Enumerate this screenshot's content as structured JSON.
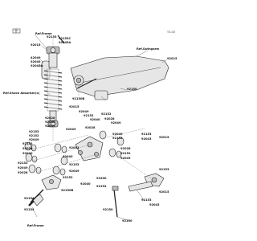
{
  "diagram_code": "T3-00",
  "references": {
    "frame_top": "Ref.Frame",
    "swingarm": "Ref.Swingarm",
    "shock_absorber": "Ref.Shock Absorber(s)",
    "frame_bottom": "Ref.Frame"
  },
  "parts": {
    "p92153_top": "92153",
    "p92153c": "92153C",
    "p92045_a": "92045A",
    "p92015": "92015",
    "p42049": "42049",
    "p92049": "92049",
    "p92045a2": "92045A",
    "p92015_r": "92015",
    "p92153_l": "92153",
    "p92150b": "92150B",
    "p92153_r": "92153",
    "p92154": "92154",
    "p92043": "92043",
    "p92028": "92028",
    "p92152_a": "92152",
    "p92040": "92040",
    "p92152_b": "92152",
    "p92049_b": "92049",
    "p92049_c": "92049",
    "p92028_b": "92028",
    "p92040_b": "92040",
    "p92152_c": "92152",
    "p92028_c": "92028",
    "p92049_d": "92049",
    "p92001": "92001",
    "p92040_c": "92040",
    "p92152_d": "92152",
    "p92152_e": "92152",
    "p92049_e": "92049",
    "p92015_b": "92015",
    "p92028_d": "92028",
    "p92049_f": "92049",
    "p92152_f": "92152",
    "p92040_d": "92040",
    "p92028_e": "92028",
    "p92040_e": "92040",
    "p92049_g": "92049",
    "p92152_g": "92152",
    "p92152_h": "92152",
    "p92028_f": "92028",
    "p92049_h": "92049",
    "p92152_i": "92152",
    "p92049_i": "92049",
    "p92040_f": "92040",
    "p92152_j": "92152",
    "p92200": "92200",
    "p92150b_b": "92150B",
    "p92154_b": "92154",
    "p92150_c": "92150",
    "p92153_b": "92153",
    "p92043_b": "92043",
    "p92153_c": "92153",
    "p92015_c": "92015",
    "p92150_d": "92150",
    "p92150_e": "92150",
    "p92015_d": "92015"
  }
}
